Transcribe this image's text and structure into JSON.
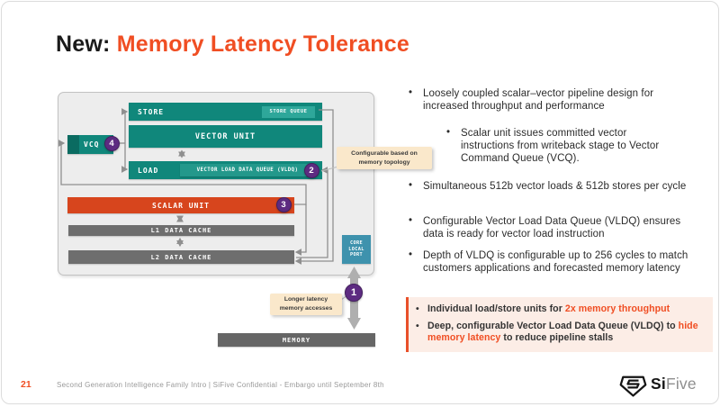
{
  "title": {
    "prefix": "New:",
    "highlight": "Memory Latency Tolerance"
  },
  "diagram": {
    "store_label": "STORE",
    "store_queue_label": "STORE QUEUE",
    "vector_unit_label": "VECTOR UNIT",
    "load_label": "LOAD",
    "vldq_label": "VECTOR LOAD DATA QUEUE (VLDQ)",
    "vcq_label": "VCQ",
    "scalar_unit_label": "SCALAR UNIT",
    "l1_label": "L1 DATA CACHE",
    "l2_label": "L2 DATA CACHE",
    "core_local_port_label": "CORE LOCAL PORT",
    "memory_label": "MEMORY",
    "badges": {
      "b1": "1",
      "b2": "2",
      "b3": "3",
      "b4": "4"
    },
    "callout_topology": "Configurable based on memory topology",
    "callout_latency": "Longer latency memory accesses"
  },
  "bullets": [
    {
      "level": 1,
      "text": "Loosely coupled scalar–vector pipeline design for increased throughput and performance"
    },
    {
      "level": 2,
      "text": "Scalar unit issues committed vector instructions from writeback stage to Vector Command Queue (VCQ)."
    },
    {
      "level": 1,
      "text": "Simultaneous 512b vector loads & 512b stores per cycle"
    },
    {
      "level": 1,
      "text": "Configurable Vector Load Data Queue (VLDQ) ensures data is ready for vector load instruction"
    },
    {
      "level": 1,
      "text": "Depth of VLDQ is configurable up to 256 cycles to match customers applications and forecasted memory latency"
    }
  ],
  "marker": "•",
  "highlight_box": {
    "items": [
      {
        "prefix": "Individual load/store units for ",
        "highlight": "2x memory throughput",
        "suffix": ""
      },
      {
        "prefix": "Deep, configurable Vector Load Data Queue (VLDQ) to ",
        "highlight": "hide memory latency",
        "suffix": " to reduce pipeline stalls"
      }
    ]
  },
  "footer": {
    "page_number": "21",
    "text": "Second Generation Intelligence Family Intro   |   SiFive Confidential - Embargo until September 8th"
  },
  "logo": {
    "si": "Si",
    "five": "Five"
  },
  "colors": {
    "accent_orange": "#F04E23",
    "teal": "#10877B",
    "teal_light": "#2EA79A",
    "scalar_orange": "#D7451D",
    "cache_gray": "#6E6E6E",
    "core_port_blue": "#3E92AD",
    "badge_purple": "#5D2B81",
    "callout_cream": "#FAE8CB",
    "highlight_bg": "#FCEDE6"
  }
}
